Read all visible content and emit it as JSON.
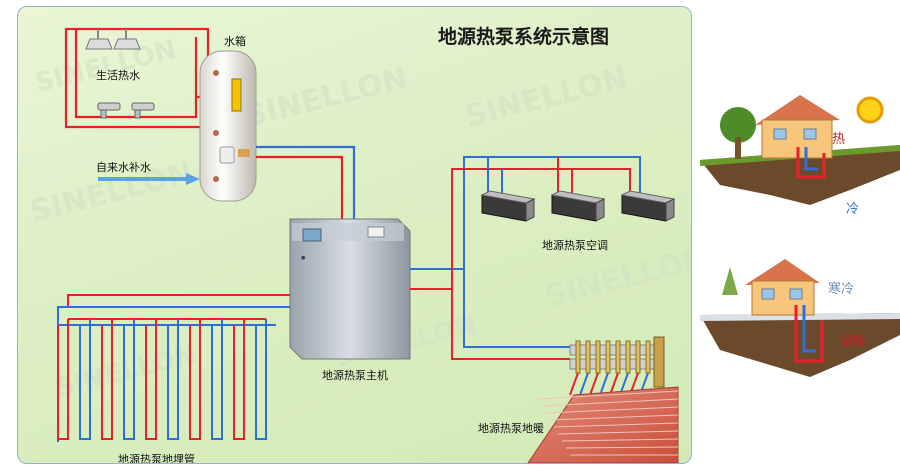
{
  "diagram": {
    "title": "地源热泵系统示意图",
    "watermark_brand": "SINELLON",
    "labels": {
      "water_tank": "水箱",
      "domestic_hot_water": "生活热水",
      "tap_water_supply": "自来水补水",
      "host_unit": "地源热泵主机",
      "air_conditioning": "地源热泵空调",
      "floor_heating": "地源热泵地暖",
      "ground_pipes": "地源热泵地埋管"
    },
    "colors": {
      "hot_pipe": "#e8202a",
      "cold_pipe": "#2f6fd6"
    }
  },
  "side": {
    "summer": {
      "hot": "热",
      "cold": "冷"
    },
    "winter": {
      "cold": "寒冷",
      "warm": "温暖"
    }
  }
}
